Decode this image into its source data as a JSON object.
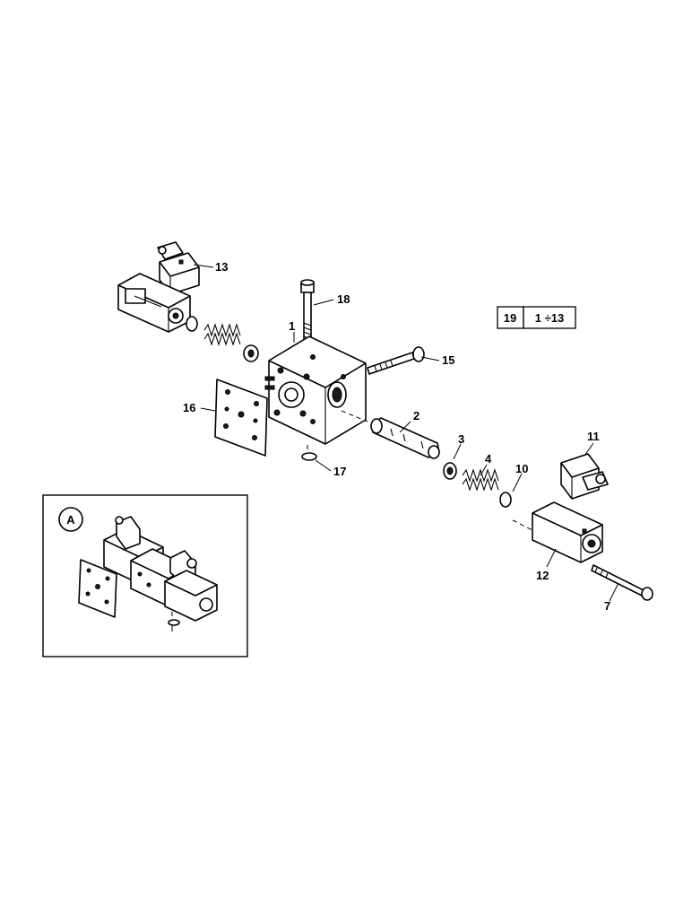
{
  "callouts": {
    "c1": "1",
    "c2": "2",
    "c3": "3",
    "c4": "4",
    "c7": "7",
    "c10": "10",
    "c11": "11",
    "c12": "12",
    "c13": "13",
    "c15": "15",
    "c16": "16",
    "c17": "17",
    "c18": "18"
  },
  "reference_table": {
    "group": "19",
    "range": "1 ÷13"
  },
  "inset": {
    "label": "A"
  }
}
